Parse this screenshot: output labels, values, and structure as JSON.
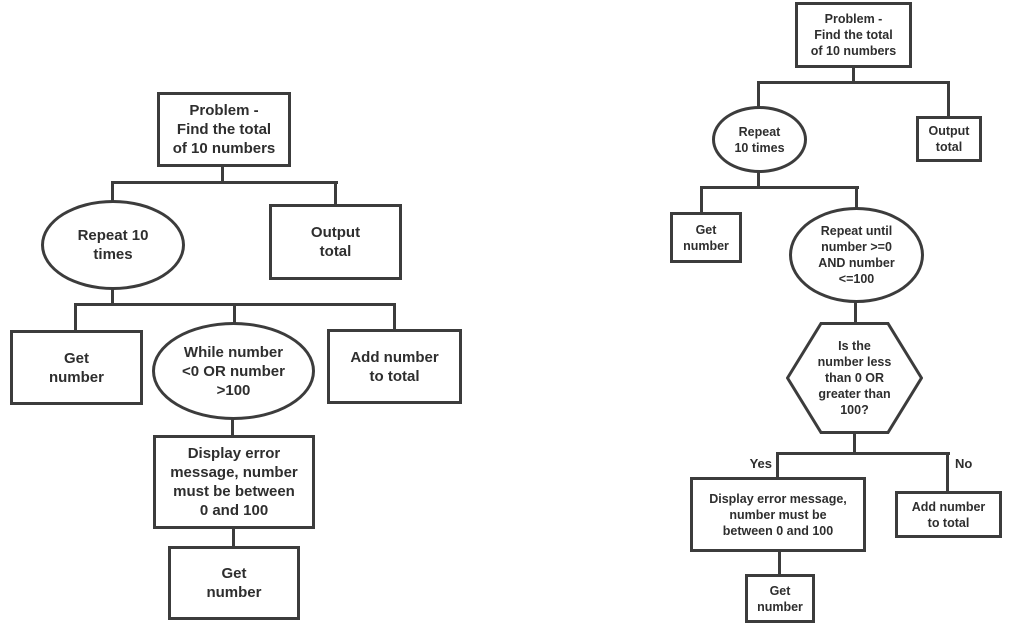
{
  "colors": {
    "stroke": "#3c3c3c",
    "text": "#2e2e2e",
    "background": "#ffffff"
  },
  "left_flowchart": {
    "problem": "Problem -\nFind the total\nof 10 numbers",
    "repeat": "Repeat 10\ntimes",
    "output": "Output\ntotal",
    "get_number_top": "Get\nnumber",
    "while_condition": "While number\n<0 OR number\n>100",
    "add_number": "Add number\nto total",
    "error_message": "Display error\nmessage, number\nmust be between\n0 and 100",
    "get_number_bottom": "Get\nnumber"
  },
  "right_flowchart": {
    "problem": "Problem -\nFind the total\nof 10 numbers",
    "repeat": "Repeat\n10 times",
    "output": "Output\ntotal",
    "get_number_top": "Get\nnumber",
    "repeat_until": "Repeat until\nnumber >=0\nAND number\n<=100",
    "decision": "Is the\nnumber less\nthan 0 OR\ngreater than\n100?",
    "branch_yes": "Yes",
    "branch_no": "No",
    "error_message": "Display error message,\nnumber must be\nbetween 0 and 100",
    "add_number": "Add number\nto total",
    "get_number_bottom": "Get\nnumber"
  }
}
